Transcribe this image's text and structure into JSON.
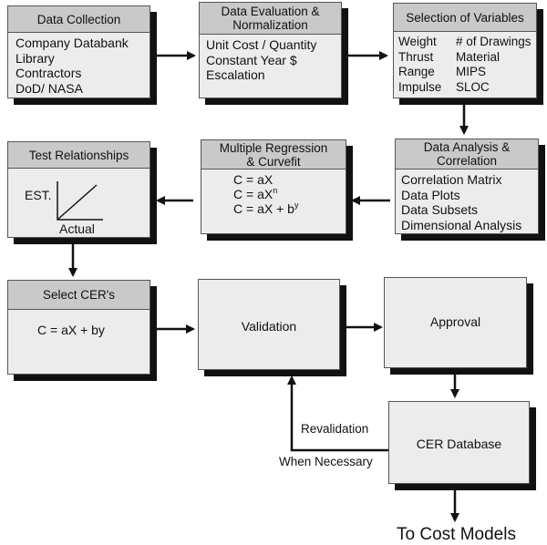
{
  "data_collection": {
    "title": "Data Collection",
    "items": [
      "Company Databank",
      "Library",
      "Contractors",
      "DoD/ NASA"
    ]
  },
  "data_evaluation": {
    "title_line1": "Data Evaluation &",
    "title_line2": "Normalization",
    "items": [
      "Unit Cost / Quantity",
      "Constant Year $",
      "Escalation"
    ]
  },
  "selection_of_variables": {
    "title": "Selection of Variables",
    "col1": [
      "Weight",
      "Thrust",
      "Range",
      "Impulse"
    ],
    "col2": [
      "# of Drawings",
      "Material",
      "MIPS",
      "SLOC"
    ]
  },
  "data_analysis": {
    "title_line1": "Data Analysis &",
    "title_line2": "Correlation",
    "items": [
      "Correlation Matrix",
      "Data Plots",
      "Data Subsets",
      "Dimensional Analysis"
    ]
  },
  "multiple_regression": {
    "title_line1": "Multiple Regression",
    "title_line2": "& Curvefit",
    "eq1": "C = aX",
    "eq2_base": "C = aX",
    "eq2_sup": "n",
    "eq3_base": "C = aX + b",
    "eq3_sup": "y"
  },
  "test_relationships": {
    "title": "Test Relationships",
    "y_label": "EST.",
    "x_label": "Actual"
  },
  "select_cers": {
    "title": "Select CER's",
    "equation": "C = aX + by"
  },
  "validation": {
    "label": "Validation"
  },
  "approval": {
    "label": "Approval"
  },
  "cer_database": {
    "label": "CER Database"
  },
  "revalidation_label": "Revalidation",
  "when_necessary_label": "When Necessary",
  "output_label": "To Cost Models"
}
